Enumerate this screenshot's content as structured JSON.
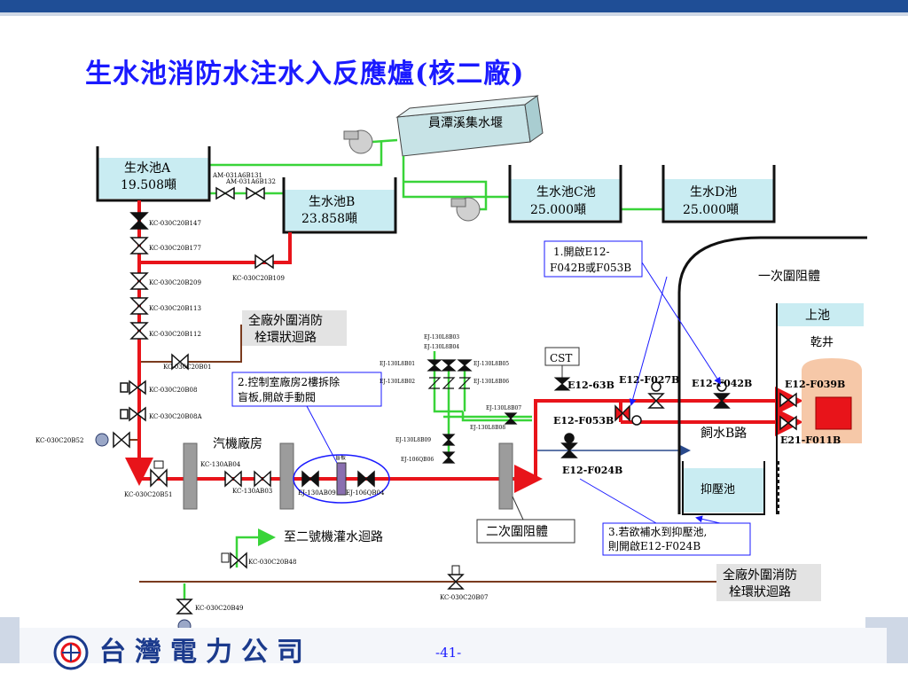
{
  "title": "生水池消防水注水入反應爐(核二廠)",
  "source_box": "員潭溪集水堰",
  "pool_a": {
    "name": "生水池A",
    "volume": "19.508噸"
  },
  "pool_b": {
    "name": "生水池B",
    "volume": "23.858噸"
  },
  "pool_c": {
    "name": "生水池C池",
    "volume": "25.000噸"
  },
  "pool_d": {
    "name": "生水D池",
    "volume": "25.000噸"
  },
  "valves": {
    "am131": "AM-031A6B131",
    "am132": "AM-031A6B132",
    "b147": "KC-030C20B147",
    "b177": "KC-030C20B177",
    "b109": "KC-030C20B109",
    "b209": "KC-030C20B209",
    "b113": "KC-030C20B113",
    "b112": "KC-030C20B112",
    "b01": "KC-030C20B01",
    "b08": "KC-030C20B08",
    "b08a": "KC-030C20B08A",
    "b52": "KC-030C20B52",
    "b51": "KC-030C20B51",
    "ab04": "KC-130AB04",
    "ab03": "KC-130AB03",
    "ab09": "EJ-130AB09",
    "qb04": "EJ-106QB04",
    "b48": "KC-030C20B48",
    "b49": "KC-030C20B49",
    "b07": "KC-030C20B07",
    "l8b03": "EJ-130L8B03",
    "l8b04": "EJ-130L8B04",
    "l8b01": "EJ-130L8B01",
    "l8b05": "EJ-130L8B05",
    "l8b02": "EJ-130L8B02",
    "l8b06": "EJ-130L8B06",
    "l8b07": "EJ-130L8B07",
    "l8b08": "EJ-130L8B08",
    "l8b09": "EJ-130L8B09",
    "qb06": "EJ-106QB06",
    "e63b": "E12-63B",
    "f027b": "E12-F027B",
    "f042b": "E12-F042B",
    "f039b": "E12-F039B",
    "f053b": "E12-F053B",
    "f024b": "E12-F024B",
    "f011b": "E21-F011B"
  },
  "labels": {
    "loop_top_1": "全廠外圍消防",
    "loop_top_2": "栓環狀迴路",
    "note2_1": "2.控制室廠房2樓拆除",
    "note2_2": "盲板,開啟手動閥",
    "turbine": "汽機廠房",
    "blind": "盲板",
    "to_unit2": "至二號機灌水迴路",
    "cst": "CST",
    "note1_1": "1.開啟E12-",
    "note1_2": "F042B或F053B",
    "primary": "一次圍阻體",
    "upper_pool": "上池",
    "drywell": "乾井",
    "feedwater": "飼水B路",
    "suppression": "抑壓池",
    "secondary": "二次圍阻體",
    "note3_1": "3.若欲補水到抑壓池,",
    "note3_2": "則開啟E12-F024B",
    "loop_bot_1": "全廠外圍消防",
    "loop_bot_2": "栓環狀迴路"
  },
  "footer": {
    "company": "台灣電力公司",
    "page": "-41-"
  },
  "colors": {
    "red_pipe": "#e8141a",
    "green_pipe": "#39d439",
    "brown_pipe": "#7a3b1e",
    "blue_pipe": "#2a4a8c",
    "title": "#1a1aff",
    "water": "#c9ecf2"
  }
}
